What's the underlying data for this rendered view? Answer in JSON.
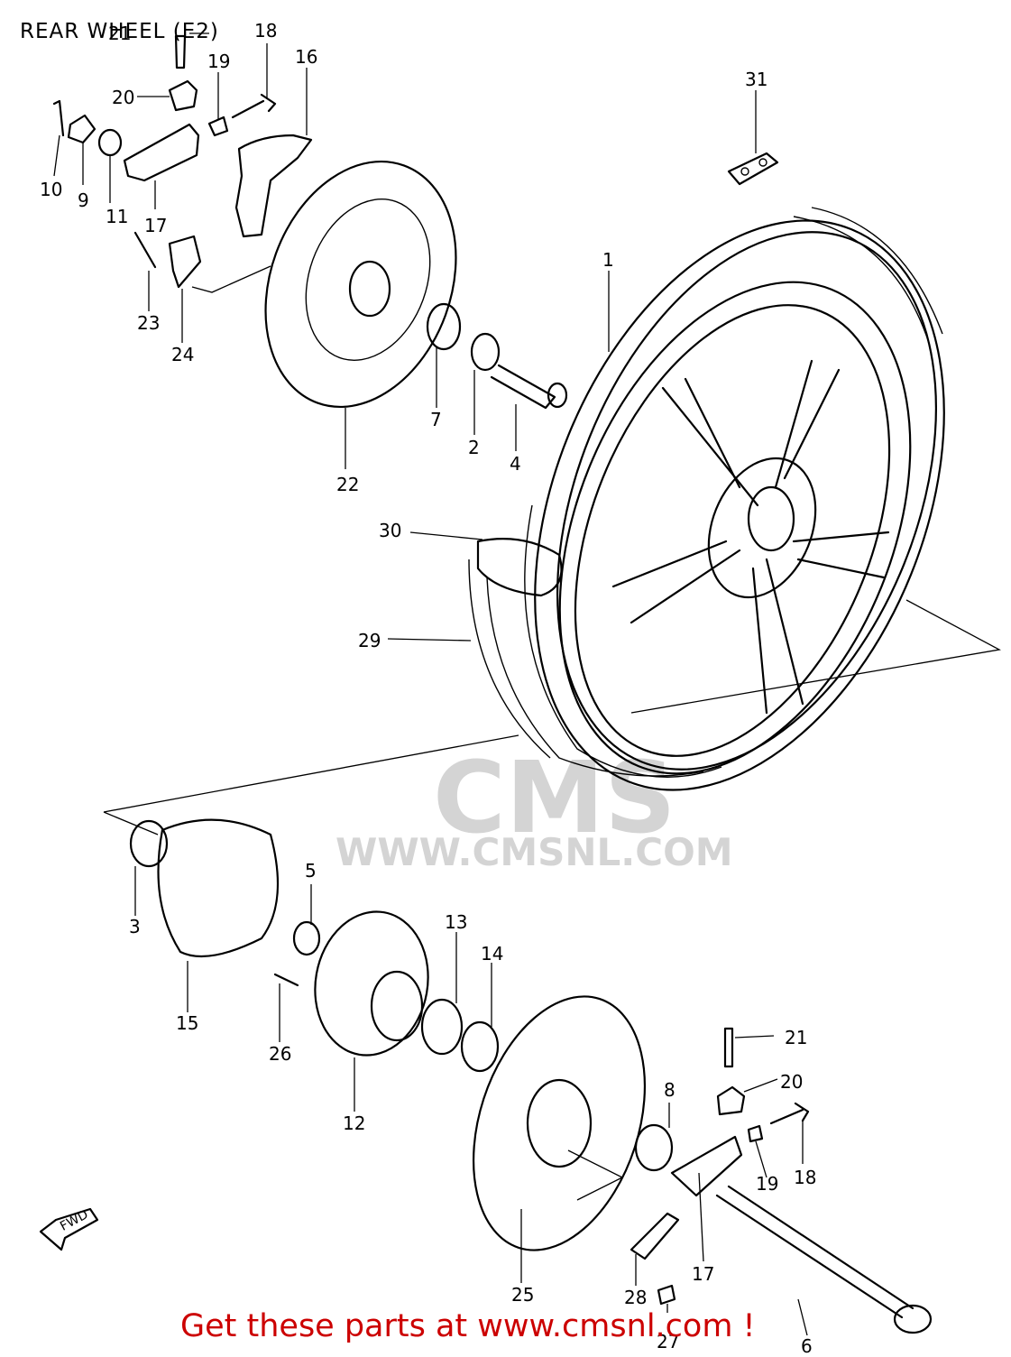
{
  "diagram": {
    "title": "REAR WHEEL (E2)",
    "footer": "Get these parts at www.cmsnl.com !",
    "watermark_logo": "CMS",
    "watermark_url": "WWW.CMSNL.COM",
    "fwd_label": "FWD"
  },
  "callouts": [
    {
      "id": "c1",
      "label": "1"
    },
    {
      "id": "c2",
      "label": "2"
    },
    {
      "id": "c3",
      "label": "3"
    },
    {
      "id": "c4",
      "label": "4"
    },
    {
      "id": "c5",
      "label": "5"
    },
    {
      "id": "c6",
      "label": "6"
    },
    {
      "id": "c7",
      "label": "7"
    },
    {
      "id": "c8",
      "label": "8"
    },
    {
      "id": "c9",
      "label": "9"
    },
    {
      "id": "c10",
      "label": "10"
    },
    {
      "id": "c11",
      "label": "11"
    },
    {
      "id": "c12",
      "label": "12"
    },
    {
      "id": "c13",
      "label": "13"
    },
    {
      "id": "c14",
      "label": "14"
    },
    {
      "id": "c15",
      "label": "15"
    },
    {
      "id": "c16",
      "label": "16"
    },
    {
      "id": "c17a",
      "label": "17"
    },
    {
      "id": "c17b",
      "label": "17"
    },
    {
      "id": "c18a",
      "label": "18"
    },
    {
      "id": "c18b",
      "label": "18"
    },
    {
      "id": "c19a",
      "label": "19"
    },
    {
      "id": "c19b",
      "label": "19"
    },
    {
      "id": "c20a",
      "label": "20"
    },
    {
      "id": "c20b",
      "label": "20"
    },
    {
      "id": "c21a",
      "label": "21"
    },
    {
      "id": "c21b",
      "label": "21"
    },
    {
      "id": "c22",
      "label": "22"
    },
    {
      "id": "c23",
      "label": "23"
    },
    {
      "id": "c24",
      "label": "24"
    },
    {
      "id": "c25",
      "label": "25"
    },
    {
      "id": "c26",
      "label": "26"
    },
    {
      "id": "c27",
      "label": "27"
    },
    {
      "id": "c28",
      "label": "28"
    },
    {
      "id": "c29",
      "label": "29"
    },
    {
      "id": "c30",
      "label": "30"
    },
    {
      "id": "c31",
      "label": "31"
    }
  ]
}
